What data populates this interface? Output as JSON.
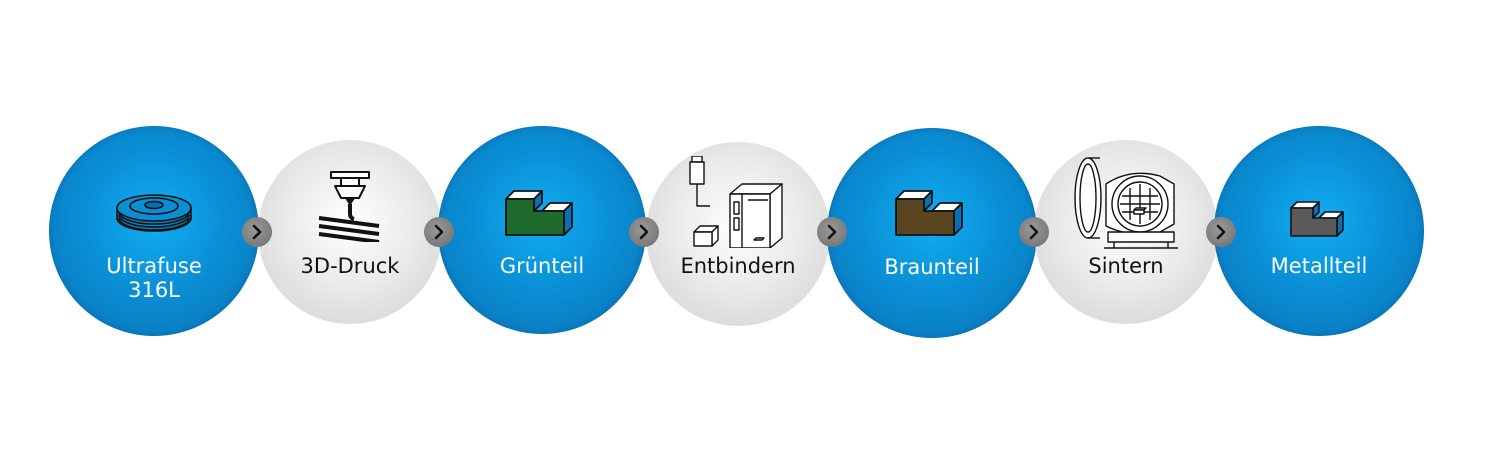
{
  "steps": [
    {
      "label": "Ultrafuse\n316L",
      "style": "blue",
      "icon": "filament-spool-icon"
    },
    {
      "label": "3D-Druck",
      "style": "grey",
      "icon": "print-nozzle-icon"
    },
    {
      "label": "Grünteil",
      "style": "blue",
      "icon": "green-part-icon",
      "part_color": "#1f6b2d"
    },
    {
      "label": "Entbindern",
      "style": "grey",
      "icon": "debinding-furnace-icon"
    },
    {
      "label": "Braunteil",
      "style": "blue",
      "icon": "brown-part-icon",
      "part_color": "#5b4520"
    },
    {
      "label": "Sintern",
      "style": "grey",
      "icon": "sintering-furnace-icon"
    },
    {
      "label": "Metallteil",
      "style": "blue",
      "icon": "metal-part-icon",
      "part_color": "#5a5a5a"
    }
  ],
  "connector_icon": "chevron-right-icon",
  "colors": {
    "blue_center": "#11aef0",
    "blue_edge": "#0a6fb3",
    "grey_center": "#ffffff",
    "grey_edge": "#cfcfcf"
  }
}
